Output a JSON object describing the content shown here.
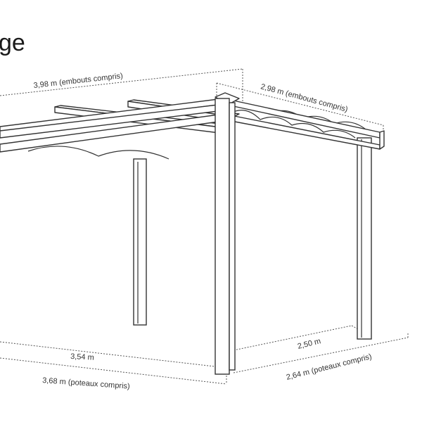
{
  "title_fragment": "ge",
  "dimensions": {
    "length_top": "3,98 m (embouts compris)",
    "width_top": "2,98 m (embouts compris)",
    "length_inner": "3,54 m",
    "length_posts": "3,68 m (poteaux compris)",
    "width_inner": "2,50 m",
    "width_posts": "2,64 m (poteaux compris)"
  }
}
